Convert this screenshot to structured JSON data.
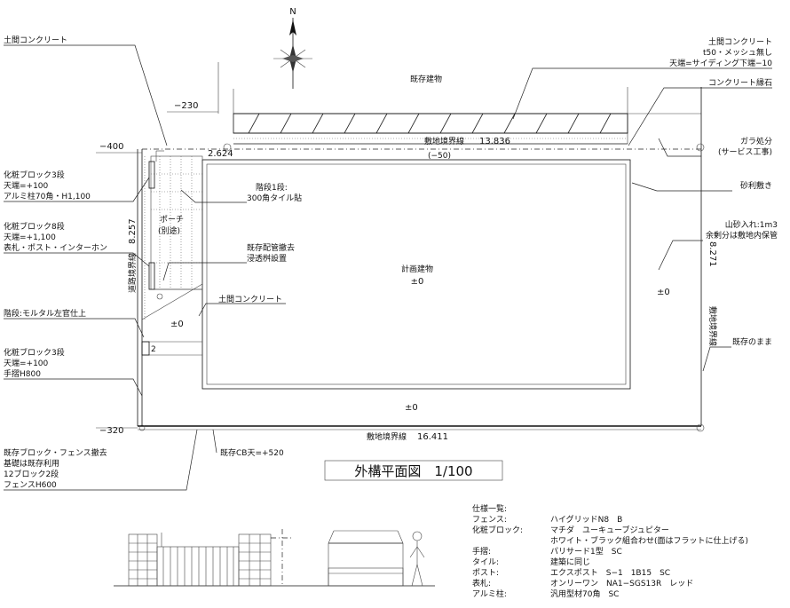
{
  "compass": {
    "north": "N"
  },
  "plan": {
    "existing_building": "既存建物",
    "boundary_top_label": "敷地境界線",
    "boundary_top_value": "13.836",
    "boundary_top_sub": "(−50)",
    "boundary_bottom_label": "敷地境界線",
    "boundary_bottom_value": "16.411",
    "boundary_left_label": "道路境界線",
    "boundary_left_value": "8.257",
    "boundary_right_label": "敷地境界線",
    "boundary_right_value": "8.271",
    "level_m230": "−230",
    "level_m400": "−400",
    "level_m320": "−320",
    "dim_2624": "2.624",
    "porch": "ポーチ",
    "porch_sub": "(別途)",
    "step_note_1": "階段1段:",
    "step_note_2": "300角タイル貼",
    "pipe_note_1": "既存配管撤去",
    "pipe_note_2": "浸透桝設置",
    "planned_building": "計画建物",
    "pb_level": "±0",
    "level_zero_left": "±0",
    "level_zero_right": "±0",
    "level_zero_bottom": "±0",
    "concrete_floor_mid": "土間コンクリート",
    "cb_note": "既存CB天=+520",
    "step_num": "2"
  },
  "left_notes": {
    "concrete": "土間コンクリート",
    "block3_a": [
      "化粧ブロック3段",
      "天端=+100",
      "アルミ柱70角・H1,100"
    ],
    "block8": [
      "化粧ブロック8段",
      "天端=+1,100",
      "表札・ポスト・インターホン"
    ],
    "stair": "階段:モルタル左官仕上",
    "block3_b": [
      "化粧ブロック3段",
      "天端=+100",
      "手摺H800"
    ],
    "fence": [
      "既存ブロック・フェンス撤去",
      "基礎は既存利用",
      "12ブロック2段",
      "フェンスH600"
    ]
  },
  "right_notes": {
    "concrete_top": [
      "土間コンクリート",
      "t50・メッシュ無し",
      "天端=サイディング下端−10"
    ],
    "curb": "コンクリート縁石",
    "gravel_disposal": [
      "ガラ処分",
      "(サービス工事)"
    ],
    "gravel": "砂利敷き",
    "soil": [
      "山砂入れ:1m3",
      "余剰分は敷地内保管"
    ],
    "existing": "既存のまま"
  },
  "title": "外構平面図　1/100",
  "spec": {
    "heading": "仕様一覧:",
    "rows": [
      {
        "key": "フェンス:",
        "value": "ハイグリッドN8　B"
      },
      {
        "key": "化粧ブロック:",
        "value": "マチダ　ユーキューブジュピター"
      },
      {
        "key": "",
        "value": "ホワイト・ブラック組合わせ(面はフラットに仕上げる)"
      },
      {
        "key": "手摺:",
        "value": "パリサード1型　SC"
      },
      {
        "key": "タイル:",
        "value": "建築に同じ"
      },
      {
        "key": "ポスト:",
        "value": "エクスポスト　S−1　1B15　SC"
      },
      {
        "key": "表札:",
        "value": "オンリーワン　NA1−SGS13R　レッド"
      },
      {
        "key": "アルミ柱:",
        "value": "汎用型材70角　SC"
      }
    ]
  }
}
